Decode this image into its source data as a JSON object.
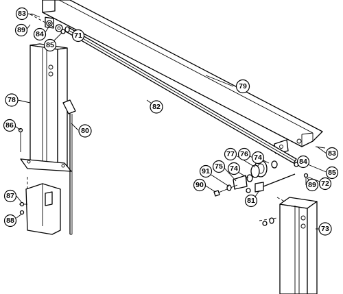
{
  "callouts": [
    {
      "id": "c83a",
      "label": "83"
    },
    {
      "id": "c89a",
      "label": "89"
    },
    {
      "id": "c84a",
      "label": "84"
    },
    {
      "id": "c71",
      "label": "71"
    },
    {
      "id": "c85a",
      "label": "85"
    },
    {
      "id": "c79",
      "label": "79"
    },
    {
      "id": "c78",
      "label": "78"
    },
    {
      "id": "c82",
      "label": "82"
    },
    {
      "id": "c86",
      "label": "86"
    },
    {
      "id": "c80",
      "label": "80"
    },
    {
      "id": "c77",
      "label": "77"
    },
    {
      "id": "c76",
      "label": "76"
    },
    {
      "id": "c74a",
      "label": "74"
    },
    {
      "id": "c83b",
      "label": "83"
    },
    {
      "id": "c84b",
      "label": "84"
    },
    {
      "id": "c91",
      "label": "91"
    },
    {
      "id": "c75",
      "label": "75"
    },
    {
      "id": "c74b",
      "label": "74"
    },
    {
      "id": "c85b",
      "label": "85"
    },
    {
      "id": "c90",
      "label": "90"
    },
    {
      "id": "c89b",
      "label": "89"
    },
    {
      "id": "c72",
      "label": "72"
    },
    {
      "id": "c81",
      "label": "81"
    },
    {
      "id": "c87",
      "label": "87"
    },
    {
      "id": "c88",
      "label": "88"
    },
    {
      "id": "c73",
      "label": "73"
    }
  ]
}
